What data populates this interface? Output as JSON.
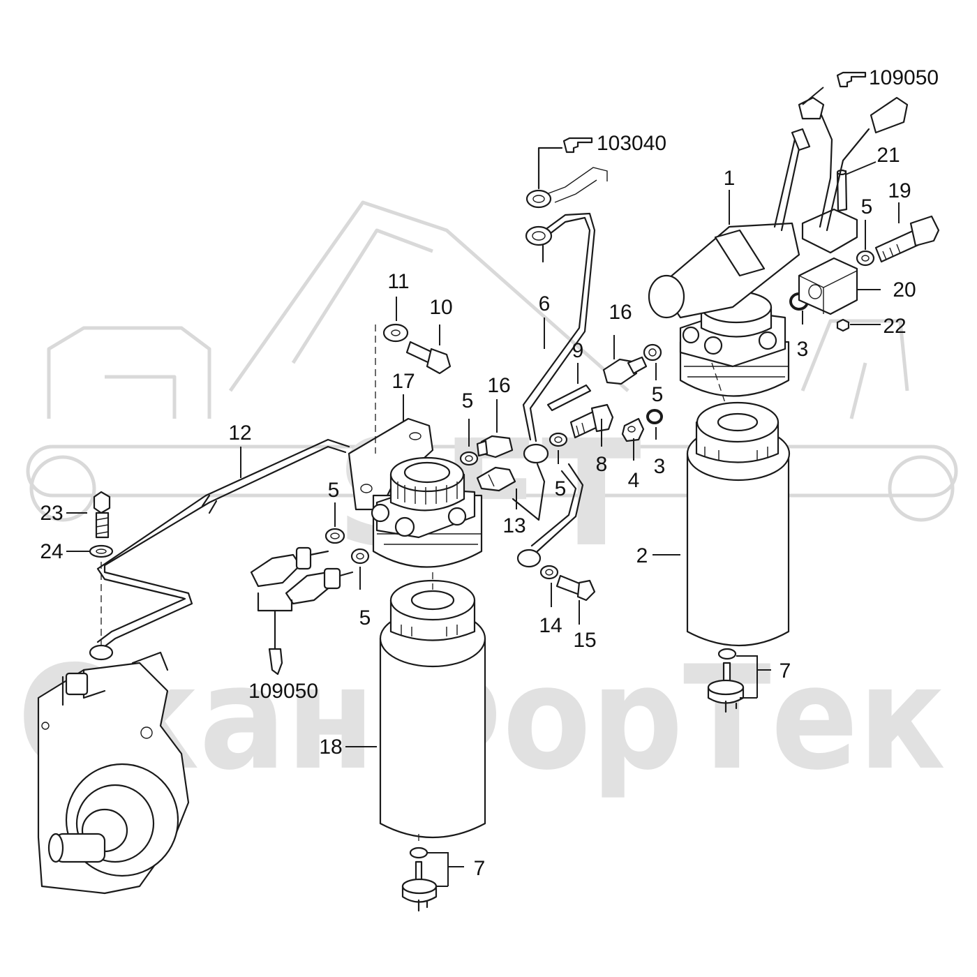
{
  "diagram": {
    "watermark": {
      "lettering_top": "SFT",
      "lettering_bottom": "СканФорТек",
      "color": "#e0e0e0"
    },
    "line_color": "#1a1a1a",
    "callouts": {
      "c1": "1",
      "c2": "2",
      "c3a": "3",
      "c3b": "3",
      "c4": "4",
      "c5a": "5",
      "c5b": "5",
      "c5c": "5",
      "c5d": "5",
      "c5e": "5",
      "c5f": "5",
      "c6": "6",
      "c7a": "7",
      "c7b": "7",
      "c8": "8",
      "c9": "9",
      "c10": "10",
      "c11": "11",
      "c12": "12",
      "c13": "13",
      "c14": "14",
      "c15": "15",
      "c16a": "16",
      "c16b": "16",
      "c17": "17",
      "c18": "18",
      "c19": "19",
      "c20": "20",
      "c21": "21",
      "c22": "22",
      "c23": "23",
      "c24": "24"
    },
    "references": {
      "ref_top_right": "109050",
      "ref_top_mid": "103040",
      "ref_bottom_left": "109050"
    },
    "icons": [
      "pointing-hand-icon"
    ]
  }
}
